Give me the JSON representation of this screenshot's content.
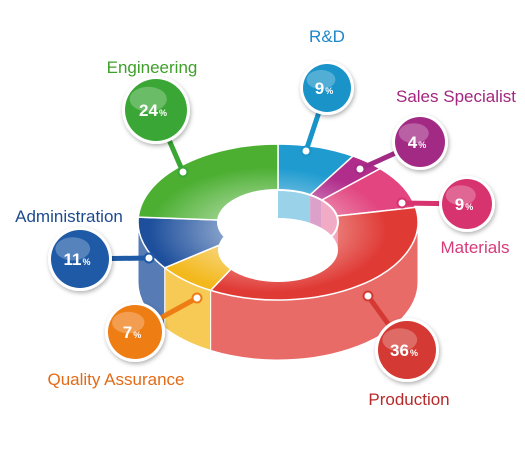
{
  "chart_data": {
    "type": "pie",
    "style": "3d-donut",
    "categories": [
      "R&D",
      "Sales Specialist",
      "Materials",
      "Production",
      "Quality Assurance",
      "Administration",
      "Engineering"
    ],
    "values": [
      9,
      4,
      9,
      36,
      7,
      11,
      24
    ],
    "unit": "%",
    "colors": [
      "#1f9bd0",
      "#b12d8c",
      "#e2457f",
      "#e03a35",
      "#f3b81c",
      "#1d4f9c",
      "#4caf32"
    ],
    "label_colors": [
      "#1f86c8",
      "#a3267f",
      "#d63b7a",
      "#b82a2a",
      "#e36b17",
      "#1d4a8f",
      "#3f9f2a"
    ],
    "bubble_colors": [
      "#1a93c9",
      "#a22a85",
      "#d6336f",
      "#d43a33",
      "#ee7d14",
      "#1f5aa6",
      "#3aa635"
    ],
    "legend": "callouts"
  }
}
